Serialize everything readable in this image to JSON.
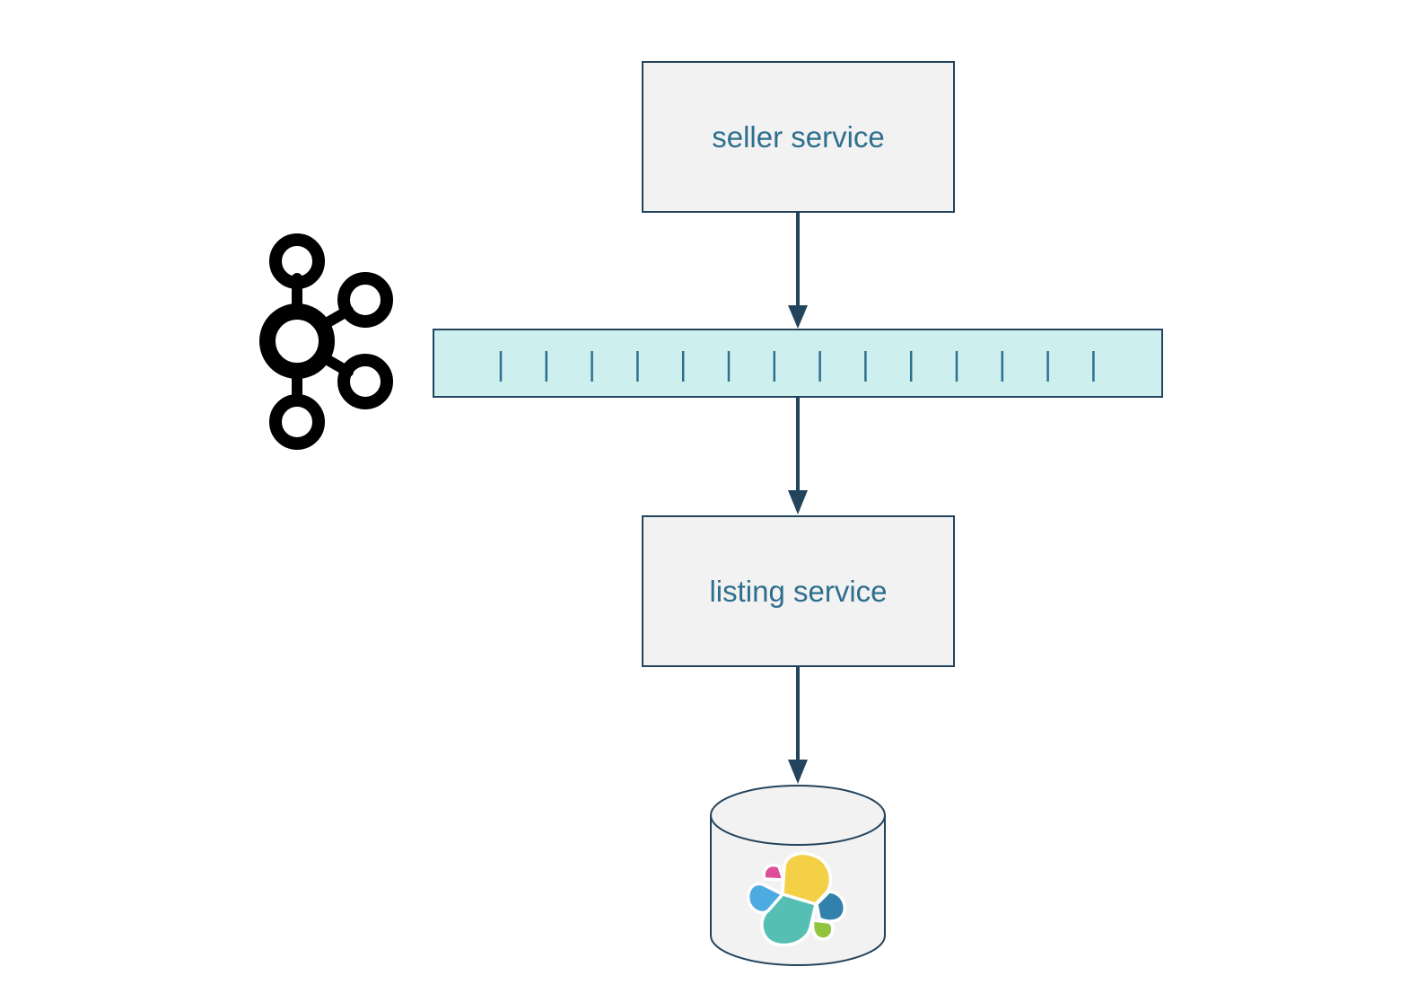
{
  "nodes": {
    "seller_service": {
      "label": "seller service"
    },
    "listing_service": {
      "label": "listing service"
    },
    "topic": {
      "partition_marks": 14
    },
    "datastore": {
      "logo": "elasticsearch-icon"
    }
  },
  "icons": {
    "kafka": "kafka-icon",
    "elasticsearch": "elasticsearch-icon"
  },
  "colors": {
    "box_fill": "#f2f2f2",
    "box_border": "#23445d",
    "label_text": "#2e6f8e",
    "topic_fill": "#cdf0ee",
    "arrow": "#23445d",
    "kafka_logo": "#000000"
  },
  "edges": [
    {
      "from": "seller_service",
      "to": "topic"
    },
    {
      "from": "topic",
      "to": "listing_service"
    },
    {
      "from": "listing_service",
      "to": "datastore"
    }
  ]
}
